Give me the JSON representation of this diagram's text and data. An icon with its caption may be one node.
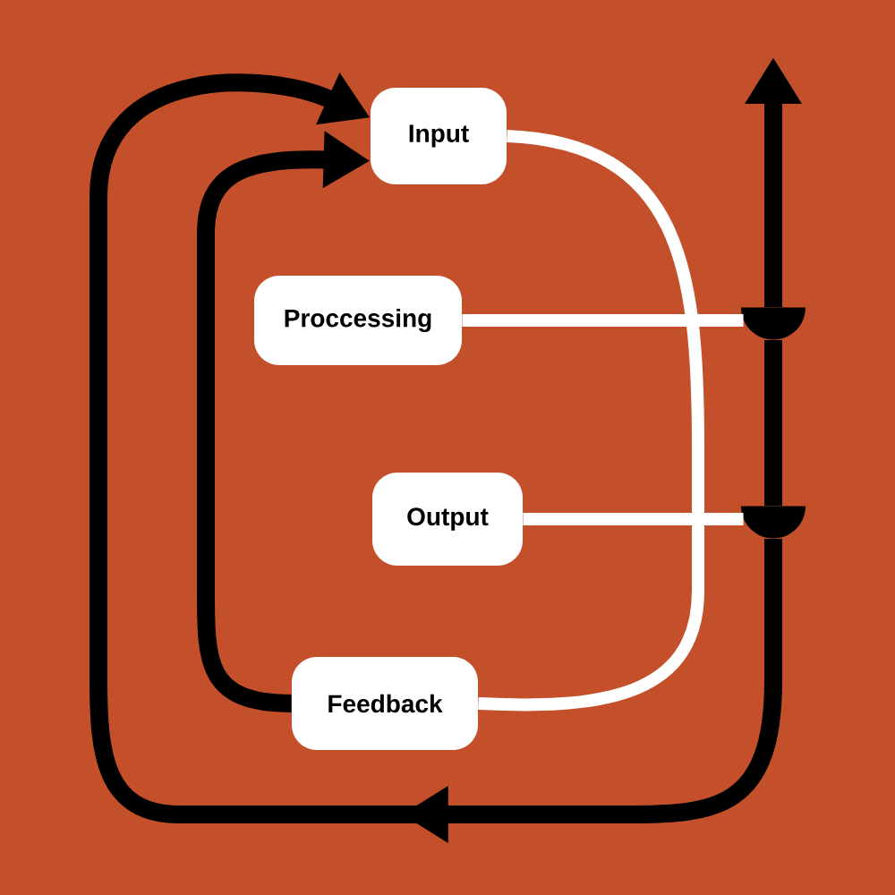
{
  "diagram": {
    "nodes": [
      {
        "text": [
          "Input"
        ]
      },
      {
        "text": [
          "Proccessing"
        ]
      },
      {
        "text": [
          "Output"
        ]
      },
      {
        "text": [
          "Feedback"
        ]
      },
      {
        "text": [],
        "shape": "semicircle"
      },
      {
        "text": [],
        "shape": "semicircle"
      }
    ],
    "edges": [
      {
        "from": 0,
        "to": 3,
        "arrow": "none",
        "color": "#ffffff"
      },
      {
        "from": 1,
        "to": 4,
        "arrow": "none",
        "color": "#ffffff"
      },
      {
        "from": 2,
        "to": 5,
        "arrow": "none",
        "color": "#ffffff"
      },
      {
        "from": 3,
        "to": 0,
        "arrow": "to"
      },
      {
        "from": 5,
        "to": 0,
        "arrow": "to"
      },
      {
        "from": 5,
        "to": 4,
        "arrow": "none"
      },
      {
        "from": 4,
        "to": null,
        "arrow": "to"
      }
    ]
  }
}
